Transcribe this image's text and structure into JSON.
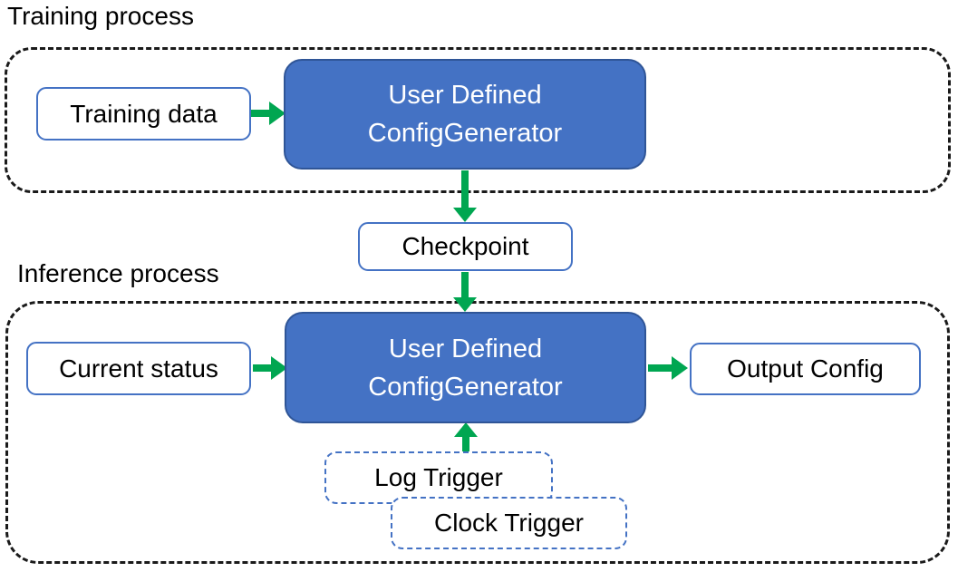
{
  "sections": {
    "training": {
      "label": "Training process"
    },
    "inference": {
      "label": "Inference process"
    }
  },
  "nodes": {
    "training_data": {
      "label": "Training data"
    },
    "training_config_generator": {
      "line1": "User Defined",
      "line2": "ConfigGenerator"
    },
    "checkpoint": {
      "label": "Checkpoint"
    },
    "current_status": {
      "label": "Current status"
    },
    "inference_config_generator": {
      "line1": "User Defined",
      "line2": "ConfigGenerator"
    },
    "output_config": {
      "label": "Output Config"
    },
    "log_trigger": {
      "label": "Log Trigger"
    },
    "clock_trigger": {
      "label": "Clock Trigger"
    }
  },
  "edges": [
    {
      "from": "training_data",
      "to": "training_config_generator",
      "direction": "right"
    },
    {
      "from": "training_config_generator",
      "to": "checkpoint",
      "direction": "down"
    },
    {
      "from": "checkpoint",
      "to": "inference_config_generator",
      "direction": "down"
    },
    {
      "from": "current_status",
      "to": "inference_config_generator",
      "direction": "right"
    },
    {
      "from": "inference_config_generator",
      "to": "output_config",
      "direction": "right"
    },
    {
      "from": "log_trigger",
      "to": "inference_config_generator",
      "direction": "up"
    }
  ],
  "colors": {
    "process_fill": "#4472C4",
    "process_border": "#2F5597",
    "node_border": "#4472C4",
    "arrow": "#00A651",
    "container_border": "#1A1A1A",
    "node_text": "#000000",
    "process_text": "#FFFFFF",
    "background": "#FFFFFF"
  }
}
